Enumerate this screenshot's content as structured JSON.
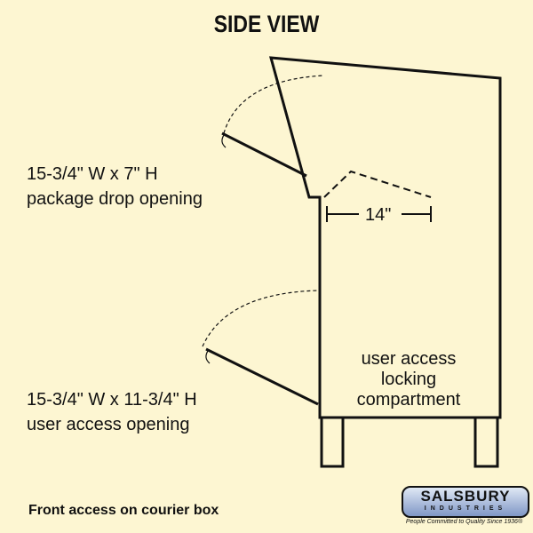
{
  "title": "SIDE VIEW",
  "labels": {
    "package_opening_line1": "15-3/4\" W x 7\" H",
    "package_opening_line2": "package drop opening",
    "user_opening_line1": "15-3/4\" W x 11-3/4\" H",
    "user_opening_line2": "user access opening",
    "compartment_line1": "user access",
    "compartment_line2": "locking",
    "compartment_line3": "compartment",
    "depth_dimension": "14\""
  },
  "footer": "Front access on courier box",
  "logo": {
    "name": "SALSBURY",
    "sub": "INDUSTRIES",
    "tagline": "People Committed to Quality Since 1936®"
  }
}
